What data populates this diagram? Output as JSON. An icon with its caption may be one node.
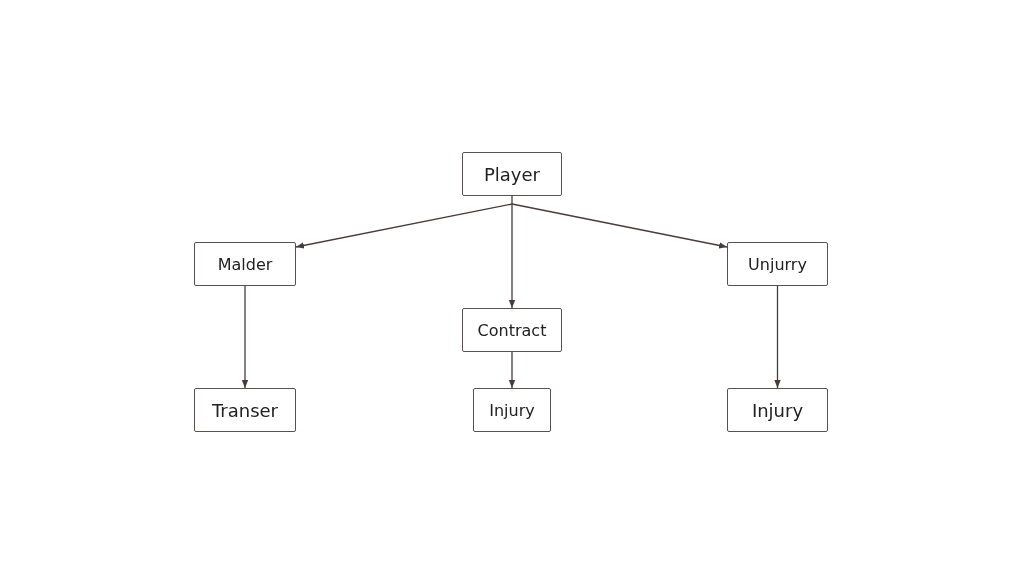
{
  "diagram": {
    "nodes": [
      {
        "text": [
          "Player"
        ]
      },
      {
        "text": [
          "Malder"
        ]
      },
      {
        "text": [
          "Unjurry"
        ]
      },
      {
        "text": [
          "Contract"
        ]
      },
      {
        "text": [
          "Transer"
        ]
      },
      {
        "text": [
          "Injury"
        ]
      },
      {
        "text": [
          "Injury"
        ]
      }
    ],
    "edges": [
      {
        "from": 0,
        "to": 1,
        "arrow": "to"
      },
      {
        "from": 0,
        "to": 3,
        "arrow": "to"
      },
      {
        "from": 0,
        "to": 2,
        "arrow": "to"
      },
      {
        "from": 1,
        "to": 4,
        "arrow": "to"
      },
      {
        "from": 3,
        "to": 5,
        "arrow": "to"
      },
      {
        "from": 2,
        "to": 6,
        "arrow": "to"
      }
    ]
  }
}
